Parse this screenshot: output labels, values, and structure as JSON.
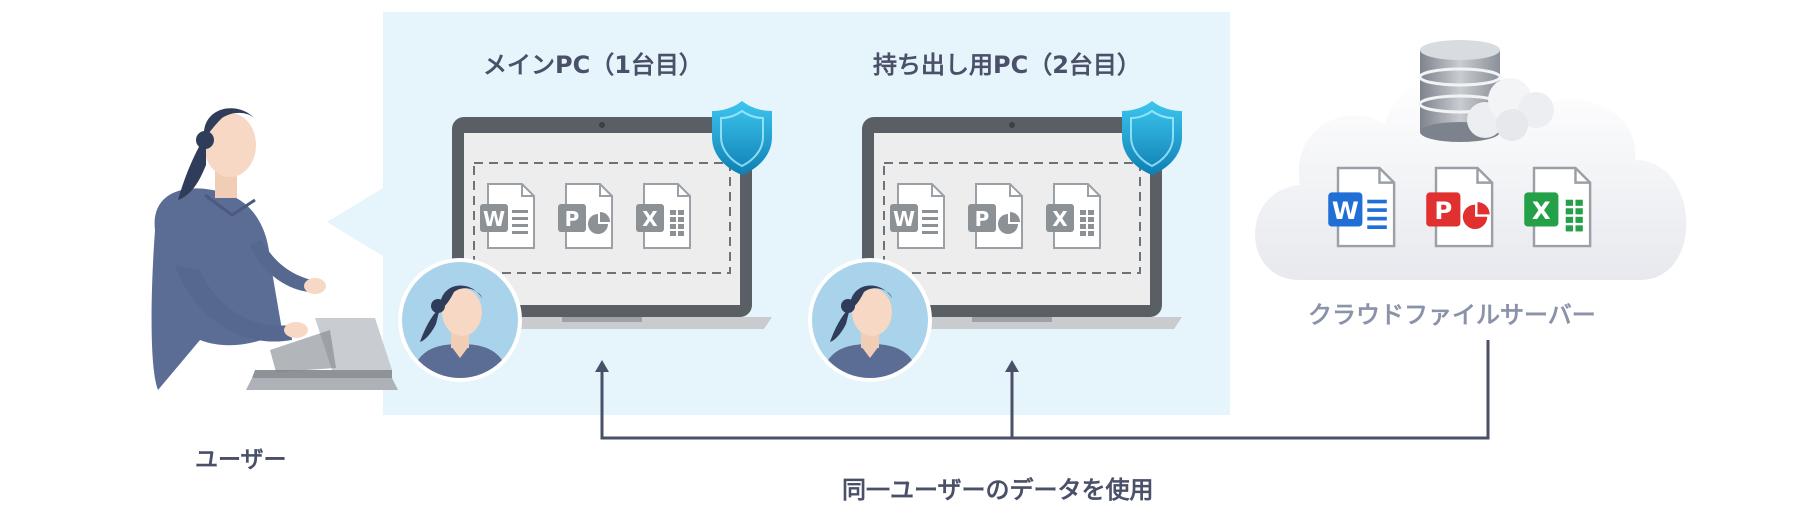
{
  "user": {
    "label": "ユーザー",
    "icon": "user-at-laptop-icon"
  },
  "main_pc": {
    "title": "メインPC（1台目）",
    "files": [
      {
        "icon": "word-file-icon",
        "letter": "W"
      },
      {
        "icon": "powerpoint-file-icon",
        "letter": "P"
      },
      {
        "icon": "excel-file-icon",
        "letter": "X"
      }
    ],
    "shield_icon": "security-shield-icon"
  },
  "portable_pc": {
    "title": "持ち出し用PC（2台目）",
    "files": [
      {
        "icon": "word-file-icon",
        "letter": "W"
      },
      {
        "icon": "powerpoint-file-icon",
        "letter": "P"
      },
      {
        "icon": "excel-file-icon",
        "letter": "X"
      }
    ],
    "shield_icon": "security-shield-icon"
  },
  "cloud": {
    "label": "クラウドファイルサーバー",
    "icon": "cloud-server-icon",
    "files": [
      {
        "icon": "word-file-icon",
        "letter": "W",
        "color": "#1f6fd6"
      },
      {
        "icon": "powerpoint-file-icon",
        "letter": "P",
        "color": "#e0302f"
      },
      {
        "icon": "excel-file-icon",
        "letter": "X",
        "color": "#24a148"
      }
    ]
  },
  "connector": {
    "label": "同一ユーザーのデータを使用"
  },
  "colors": {
    "panel": "#e6f4fb",
    "laptop": "#5a5f66",
    "shield": "#1aa8d8",
    "line": "#4a5068",
    "file_grey": "#8c9196"
  }
}
